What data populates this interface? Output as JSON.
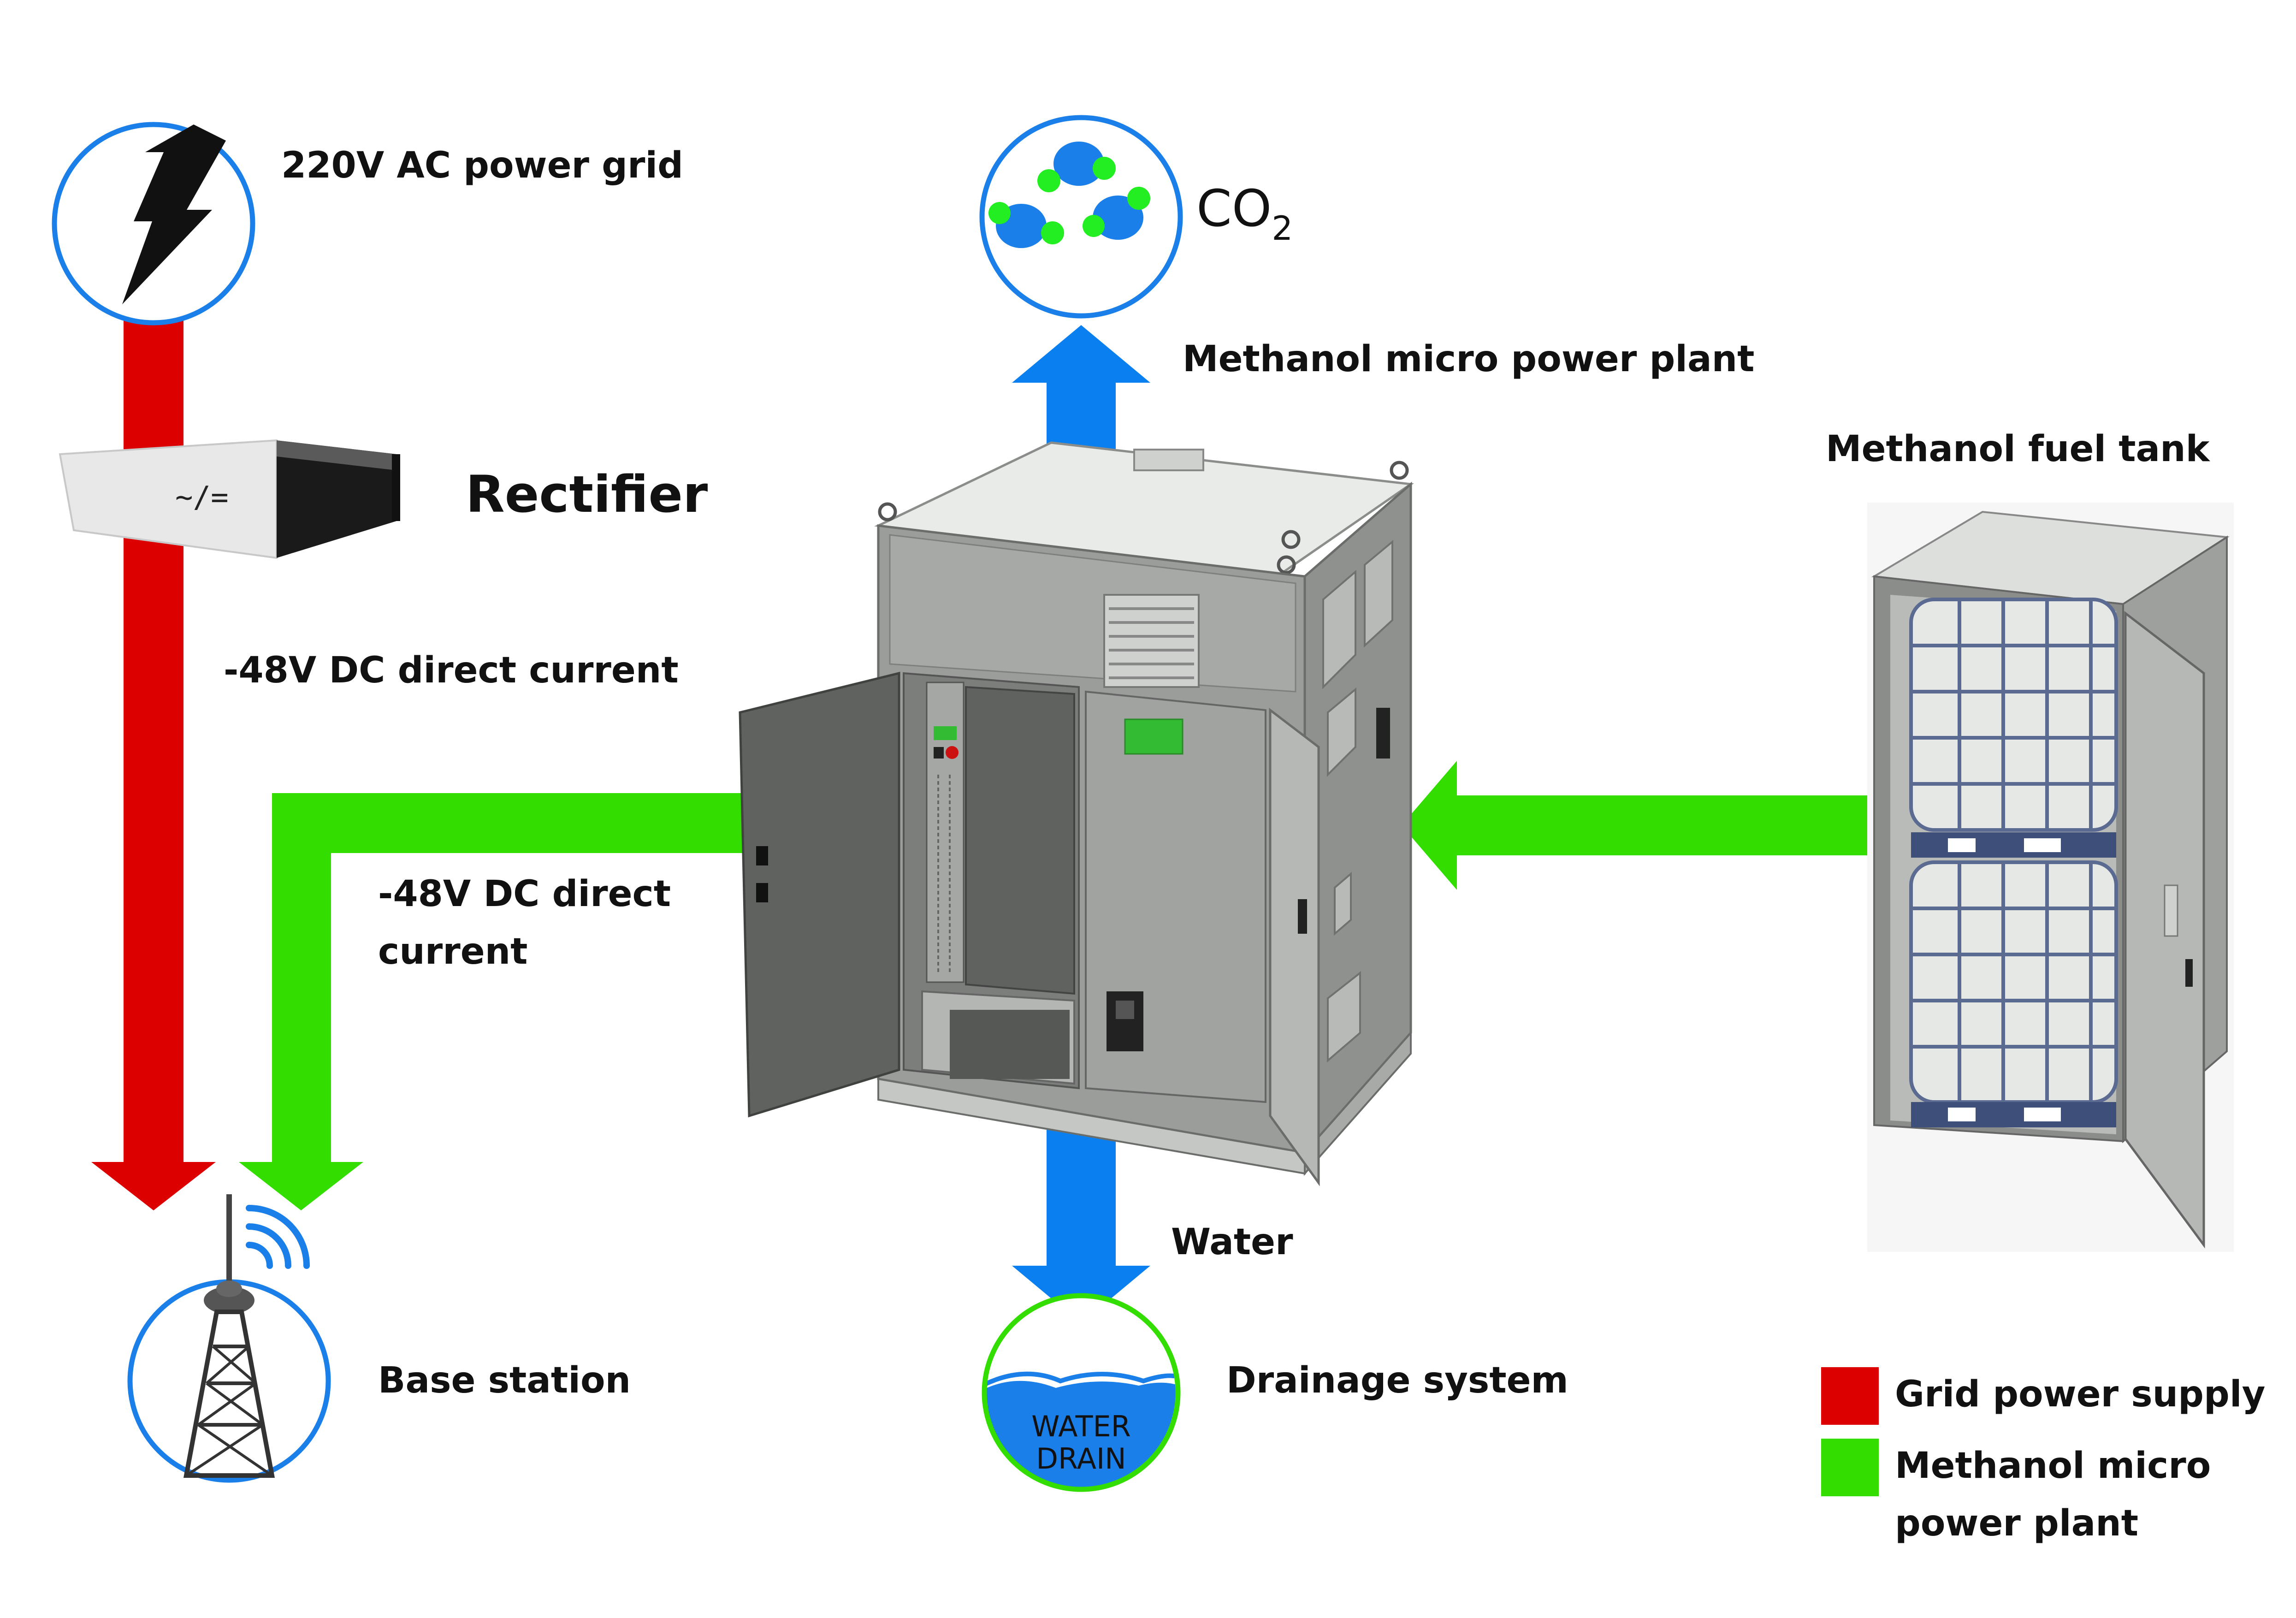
{
  "labels": {
    "grid": "220V AC power grid",
    "co2_main": "CO",
    "co2_sub": "2",
    "plant": "Methanol micro power plant",
    "tank": "Methanol fuel tank",
    "rectifier": "Rectifier",
    "rectifier_symbol": "~/=",
    "dc_top": "-48V DC direct current",
    "dc_mid_1": "-48V DC direct",
    "dc_mid_2": "current",
    "water": "Water",
    "base_station": "Base station",
    "drainage": "Drainage system",
    "drain_icon_1": "WATER",
    "drain_icon_2": "DRAIN"
  },
  "legend": {
    "grid_label": "Grid power supply",
    "plant_label_1": "Methanol micro",
    "plant_label_2": "power plant"
  },
  "colors": {
    "grid_red": "#dd0000",
    "plant_green": "#33dd00",
    "flow_blue": "#0a7ff0",
    "circle_blue": "#1a7fe8",
    "cabinet_gray": "#9a9d9a",
    "cabinet_dark": "#5f625f"
  },
  "icons": [
    "lightning-icon",
    "co2-molecules-icon",
    "tower-icon",
    "signal-icon",
    "water-drain-icon"
  ]
}
